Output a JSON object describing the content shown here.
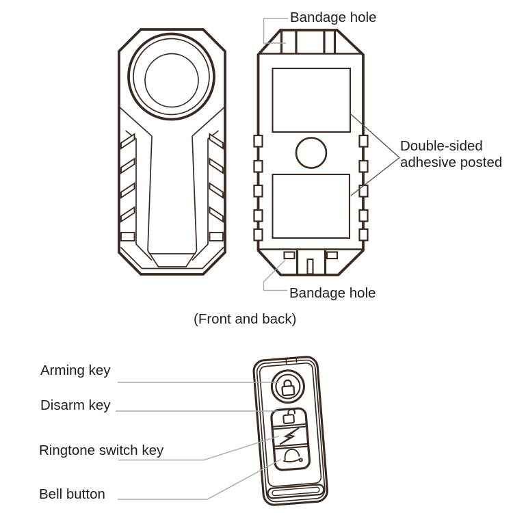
{
  "figure": {
    "annotations": {
      "bandage_hole_top": "Bandage hole",
      "double_sided_adhesive": "Double-sided adhesive posted",
      "bandage_hole_bottom": "Bandage hole",
      "caption": "(Front and back)"
    },
    "remote_annotations": {
      "arming": "Arming key",
      "disarm": "Disarm key",
      "ringtone": "Ringtone switch key",
      "bell": "Bell button"
    },
    "icons": {
      "arming": "padlock-closed-icon",
      "disarm": "padlock-open-icon",
      "ringtone": "lightning-icon",
      "bell": "bell-icon"
    },
    "colors": {
      "line": "#382a21",
      "leader": "#a9a9a9",
      "adhesive_leader": "#4c4c4c",
      "text": "#1e1e1e",
      "background": "#ffffff"
    }
  }
}
